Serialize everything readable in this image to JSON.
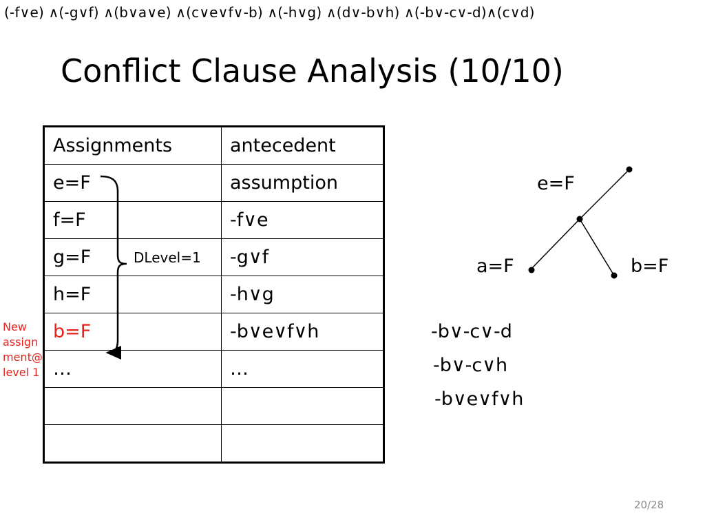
{
  "formula": "(-f∨e) ∧(-g∨f) ∧(b∨a∨e) ∧(c∨e∨f∨-b) ∧(-h∨g) ∧(d∨-b∨h) ∧(-b∨-c∨-d)∧(c∨d)",
  "title": "Conflict Clause Analysis (10/10)",
  "table": {
    "headers": [
      "Assignments",
      "antecedent"
    ],
    "rows": [
      {
        "assignment": "e=F",
        "antecedent": "assumption"
      },
      {
        "assignment": "f=F",
        "antecedent": "-f∨e"
      },
      {
        "assignment": "g=F",
        "antecedent": "-g∨f"
      },
      {
        "assignment": "h=F",
        "antecedent": "-h∨g"
      },
      {
        "assignment": "b=F",
        "antecedent": "-b∨e∨f∨h"
      },
      {
        "assignment": "…",
        "antecedent": "…"
      },
      {
        "assignment": "",
        "antecedent": ""
      },
      {
        "assignment": "",
        "antecedent": ""
      }
    ]
  },
  "brace_label": "DLevel=1",
  "side_note": "New assign ment@ level 1",
  "tree": {
    "labels": {
      "root": "e=F",
      "left": "a=F",
      "right": "b=F"
    }
  },
  "learned_clauses": [
    "-b∨-c∨-d",
    "-b∨-c∨h",
    "-b∨e∨f∨h"
  ],
  "page_number": "20/28",
  "colors": {
    "highlight": "#e8211a",
    "page_number": "#8a8a8a"
  }
}
